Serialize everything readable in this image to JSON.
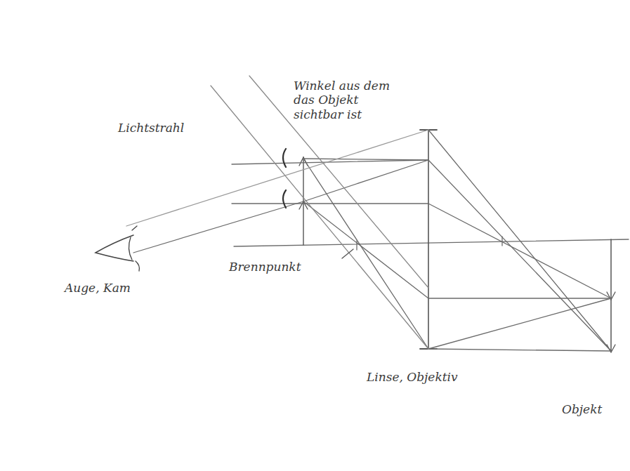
{
  "diagram": {
    "labels": [
      "Lichtstrahl",
      "Winkel aus dem das Objekt sichtbar ist",
      "Brennpunkt",
      "Auge, Kam",
      "Linse, Objektiv",
      "Objekt"
    ]
  }
}
